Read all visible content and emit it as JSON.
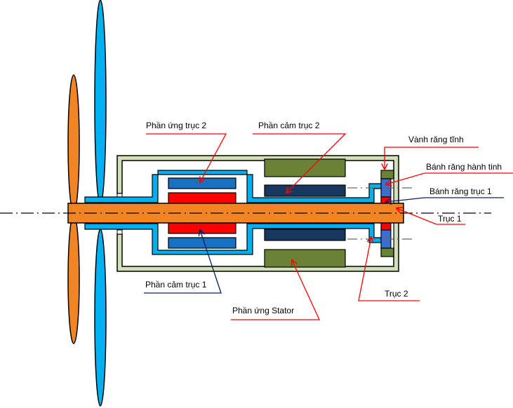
{
  "diagram": {
    "title": "Cấu tạo động cơ hai trục đồng trục với bộ truyền hành tinh",
    "colors": {
      "shaft1": "#f28424",
      "shaft2": "#00b0f0",
      "housing": "#d3dfb8",
      "stator": "#6b8236",
      "armature2": "#1870c0",
      "field1": "#ff0000",
      "field2": "#17375e",
      "planet_gear": "#3a6fcf",
      "ring_gear": "#6b8236",
      "leader_red": "#ff0000",
      "leader_blue": "#002060",
      "propeller_front": "#f28424",
      "propeller_rear": "#00b0f0"
    },
    "labels": {
      "armature_shaft2": "Phần ứng trục 2",
      "field_shaft2": "Phần cảm trục 2",
      "ring_gear": "Vành răng tĩnh",
      "planet_gear": "Bánh răng hành tinh",
      "sun_gear_shaft1": "Bánh răng trục 1",
      "shaft1": "Trục 1",
      "field_shaft1": "Phần cảm trục 1",
      "stator_armature": "Phần ứng Stator",
      "shaft2": "Trục 2"
    }
  }
}
